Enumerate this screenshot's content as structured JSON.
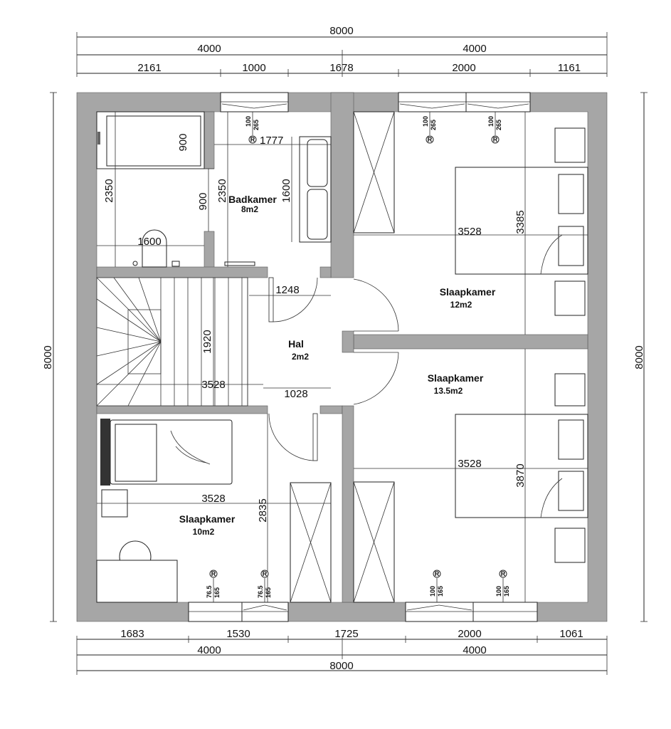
{
  "dimensions": {
    "top_total": "8000",
    "top_halves": [
      "4000",
      "4000"
    ],
    "top_segments": [
      "2161",
      "1000",
      "1678",
      "2000",
      "1161"
    ],
    "bottom_segments": [
      "1683",
      "1530",
      "1725",
      "2000",
      "1061"
    ],
    "bottom_halves": [
      "4000",
      "4000"
    ],
    "bottom_total": "8000",
    "left_total": "8000",
    "right_total": "8000"
  },
  "rooms": {
    "badkamer": {
      "name": "Badkamer",
      "area": "8m2"
    },
    "hal": {
      "name": "Hal",
      "area": "2m2"
    },
    "slaapkamer_top_right": {
      "name": "Slaapkamer",
      "area": "12m2"
    },
    "slaapkamer_bottom_right": {
      "name": "Slaapkamer",
      "area": "13.5m2"
    },
    "slaapkamer_bottom_left": {
      "name": "Slaapkamer",
      "area": "10m2"
    }
  },
  "inner_dimensions": {
    "bath_width": "900",
    "bath_left_height": "2350",
    "bath_mid_900": "900",
    "bath_mid_2350": "2350",
    "bath_1777": "1777",
    "bath_1600_vertical": "1600",
    "bath_1600_horizontal": "1600",
    "stairs_1920": "1920",
    "stairs_3528": "3528",
    "hal_1248": "1248",
    "hal_1028": "1028",
    "top_right_3528": "3528",
    "top_right_3385": "3385",
    "bottom_right_3528": "3528",
    "bottom_right_3870": "3870",
    "bottom_left_3528": "3528",
    "bottom_left_2835": "2835"
  },
  "outlets": {
    "symbol": "R",
    "bath": [
      "100",
      "265"
    ],
    "top_right_1": [
      "100",
      "265"
    ],
    "top_right_2": [
      "100",
      "265"
    ],
    "bottom_left_1": [
      "76.5",
      "165"
    ],
    "bottom_left_2": [
      "76.5",
      "165"
    ],
    "bottom_right_1": [
      "100",
      "165"
    ],
    "bottom_right_2": [
      "100",
      "165"
    ]
  }
}
